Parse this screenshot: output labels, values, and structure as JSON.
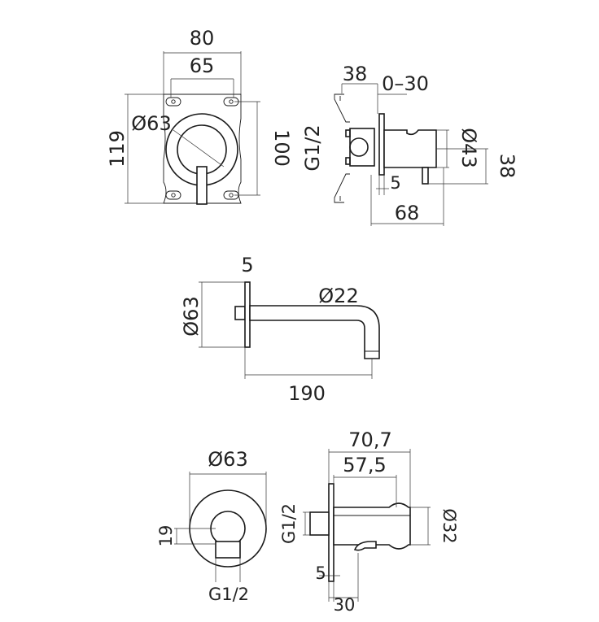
{
  "colors": {
    "line": "#1a1a1a",
    "background": "#ffffff"
  },
  "mixer_front": {
    "width_outer": "80",
    "width_inner": "65",
    "height_outer": "119",
    "height_inner": "100",
    "diameter": "Ø63"
  },
  "mixer_side": {
    "depth_body": "38",
    "adjust_range": "0–30",
    "thread": "G1/2",
    "flange": "5",
    "depth_total": "68",
    "diameter": "Ø43",
    "height": "38"
  },
  "spout": {
    "flange": "5",
    "wall_diameter": "Ø63",
    "pipe_diameter": "Ø22",
    "length": "190"
  },
  "outlet_front": {
    "diameter": "Ø63",
    "offset": "19",
    "thread": "G1/2"
  },
  "outlet_side": {
    "length_total": "70,7",
    "length_inner": "57,5",
    "thread": "G1/2",
    "diameter": "Ø32",
    "flange": "5",
    "offset": "30"
  }
}
